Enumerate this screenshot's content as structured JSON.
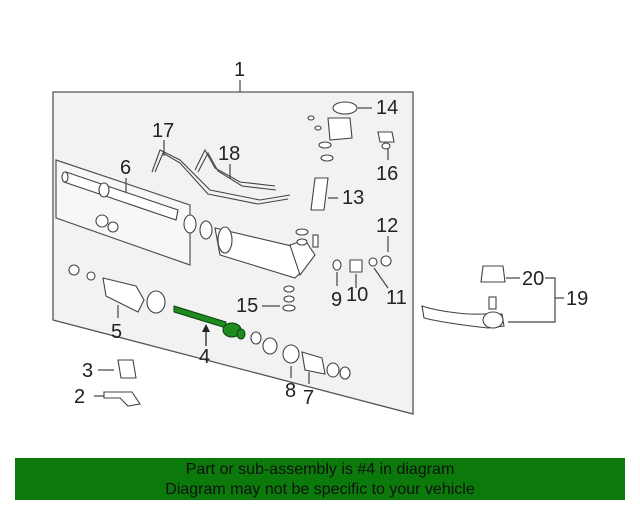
{
  "diagram": {
    "callouts": {
      "c1": "1",
      "c2": "2",
      "c3": "3",
      "c4": "4",
      "c5": "5",
      "c6": "6",
      "c7": "7",
      "c8": "8",
      "c9": "9",
      "c10": "10",
      "c11": "11",
      "c12": "12",
      "c13": "13",
      "c14": "14",
      "c15": "15",
      "c16": "16",
      "c17": "17",
      "c18": "18",
      "c19": "19",
      "c20": "20"
    },
    "highlight_color": "#1f8a1f",
    "line_color": "#444444",
    "panel_fill": "#f2f2f2"
  },
  "banner": {
    "line1": "Part or sub-assembly is #4 in diagram",
    "line2": "Diagram may not be specific to your vehicle",
    "background": "#0b7a0b"
  }
}
